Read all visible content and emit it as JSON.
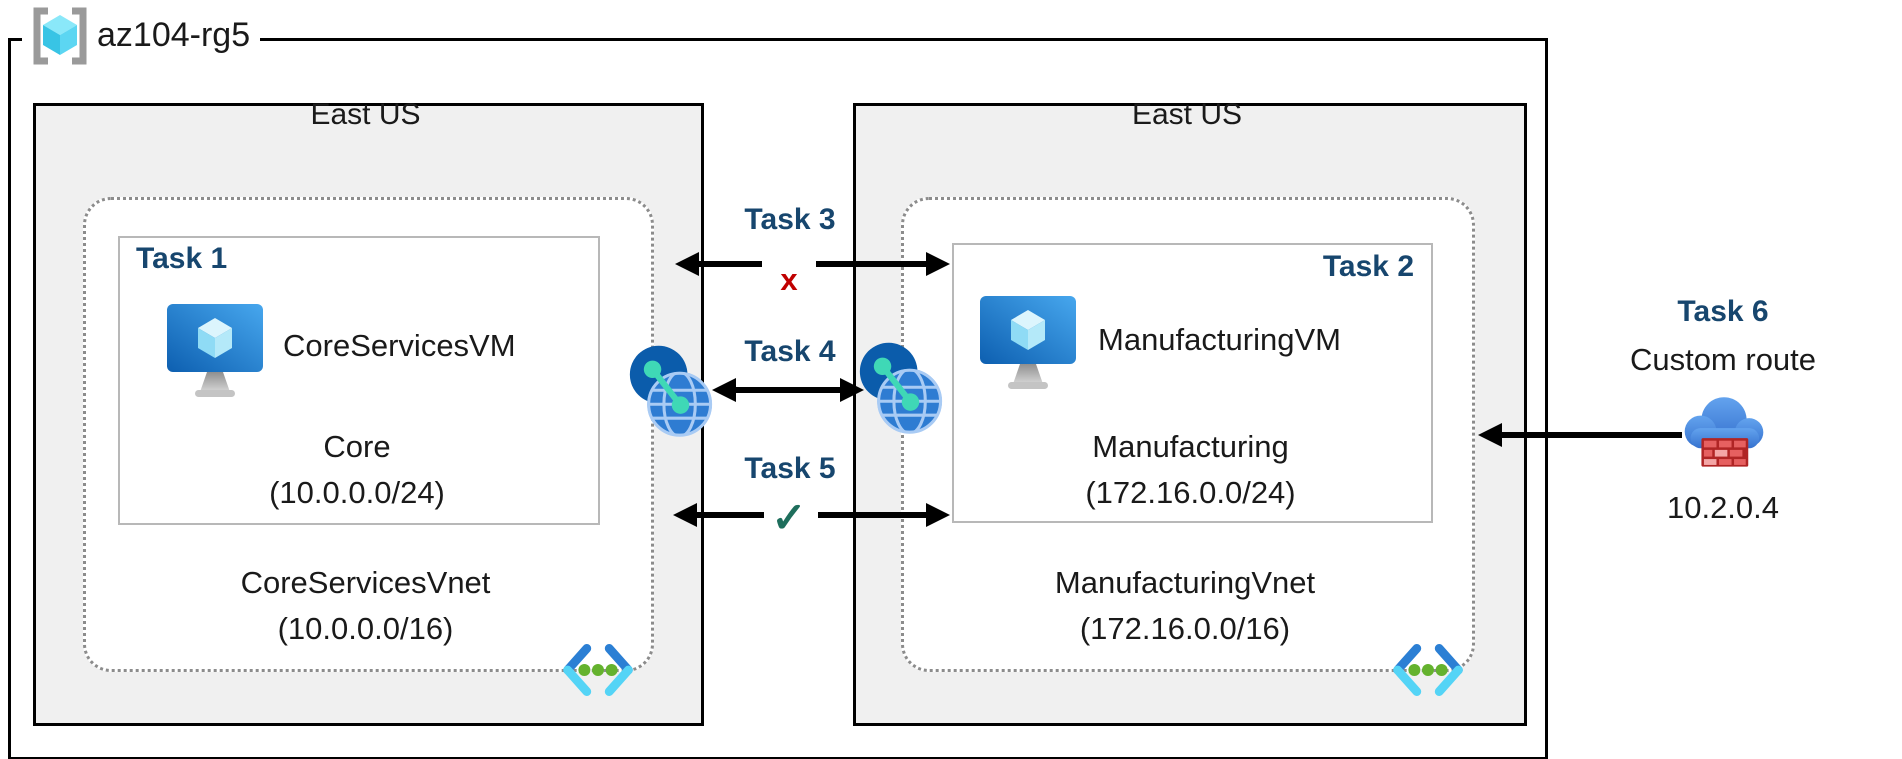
{
  "resource_group": {
    "name": "az104-rg5"
  },
  "regions": [
    {
      "name": "East US",
      "vnet": {
        "name": "CoreServicesVnet",
        "cidr": "(10.0.0.0/16)",
        "subnet": {
          "task": "Task 1",
          "vm": "CoreServicesVM",
          "name": "Core",
          "cidr": "(10.0.0.0/24)"
        }
      }
    },
    {
      "name": "East US",
      "vnet": {
        "name": "ManufacturingVnet",
        "cidr": "(172.16.0.0/16)",
        "subnet": {
          "task": "Task 2",
          "vm": "ManufacturingVM",
          "name": "Manufacturing",
          "cidr": "(172.16.0.0/24)"
        }
      }
    }
  ],
  "connections": [
    {
      "label": "Task 3",
      "marker": "x",
      "marker_meaning": "blocked"
    },
    {
      "label": "Task 4",
      "marker": "",
      "marker_meaning": "peering"
    },
    {
      "label": "Task 5",
      "marker": "✓",
      "marker_meaning": "allowed"
    }
  ],
  "custom_route": {
    "label": "Task 6",
    "title": "Custom route",
    "ip": "10.2.0.4"
  },
  "icons": {
    "resource_group": "resource-group-icon",
    "vm": "virtual-machine-icon",
    "peering": "vnet-peering-globe-icon",
    "vnet": "virtual-network-icon",
    "firewall_cloud": "nva-firewall-cloud-icon"
  },
  "colors": {
    "task_label": "#17466e",
    "blocked_x": "#c00000",
    "allowed_check": "#1e6e5c",
    "region_fill": "#f0f0f0",
    "arrow": "#000000",
    "vnet_border": "#8c8c8c",
    "subnet_border": "#b8b8b8"
  }
}
